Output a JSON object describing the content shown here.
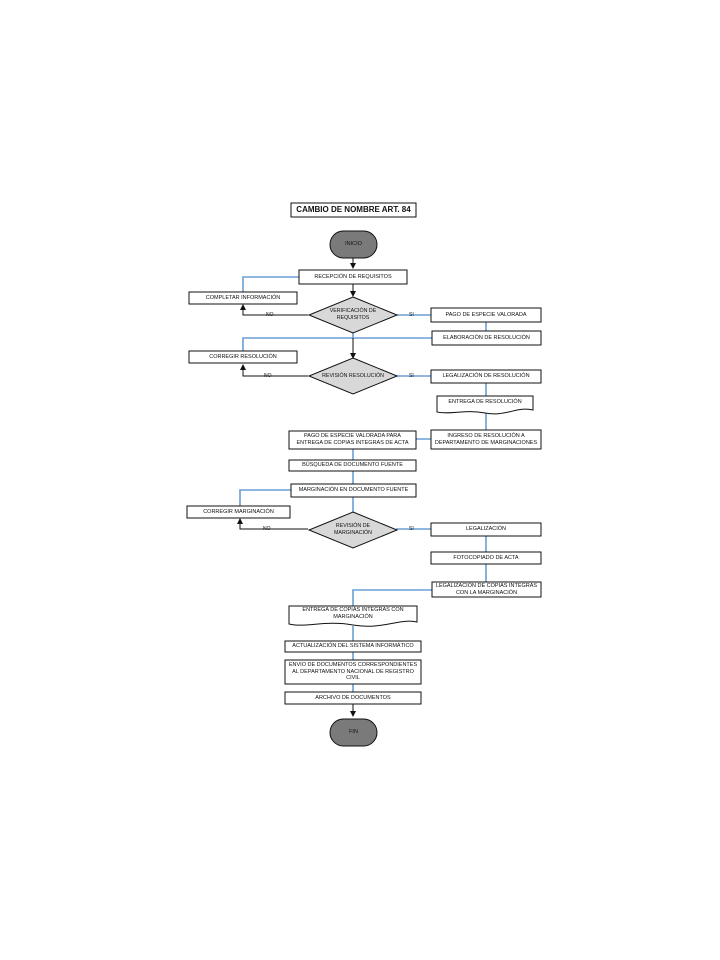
{
  "title": "CAMBIO DE NOMBRE ART. 84",
  "colors": {
    "connector_blue": "#6a9fd6",
    "arrow_black": "#111111",
    "terminal_fill": "#7a7a7a",
    "decision_fill": "#d8d8d8"
  },
  "nodes": {
    "inicio": "INICIO",
    "recepcion": "RECEPCIÓN DE REQUISITOS",
    "completar": "COMPLETAR INFORMACIÓN",
    "verificacion": "VERIFICACIÓN DE REQUISITOS",
    "pago_especie": "PAGO DE ESPECIE VALORADA",
    "elaboracion": "ELABORACIÓN DE RESOLUCIÓN",
    "corregir_resolucion": "CORREGIR RESOLUCIÓN",
    "revision_resolucion": "REVISIÓN RESOLUCIÓN",
    "legalizacion_resolucion": "LEGALIZACIÓN DE RESOLUCIÓN",
    "entrega_resolucion": "ENTREGA DE RESOLUCIÓN",
    "ingreso_resolucion": "INGRESO DE RESOLUCIÓN A DEPARTAMENTO DE MARGINACIONES",
    "pago_copias": "PAGO DE ESPECIE VALORADA PARA ENTREGA DE COPIAS INTEGRAS DE ACTA",
    "busqueda": "BÚSQUEDA DE DOCUMENTO FUENTE",
    "marginacion": "MARGINACIÓN EN DOCUMENTO FUENTE",
    "corregir_marginacion": "CORREGIR MARGINACIÓN",
    "revision_marginacion": "REVISIÓN DE MARGINACIÓN",
    "legalizacion": "LEGALIZACIÓN",
    "fotocopiado": "FOTOCOPIADO DE ACTA",
    "legalizacion_copias": "LEGALIZACIÓN DE COPIAS INTEGRAS CON LA MARGINACIÓN",
    "entrega_copias": "ENTREGA DE COPIAS INTEGRAS CON MARGINACIÓN",
    "actualizacion": "ACTUALIZACIÓN DEL SISTEMA INFORMÁTICO",
    "envio": "ENVIO DE DOCUMENTOS CORRESPONDIENTES AL DEPARTAMENTO NACIONAL DE REGISTRO CIVIL",
    "archivo": "ARCHIVO DE DOCUMENTOS",
    "fin": "FIN"
  },
  "edges": {
    "no": "NO",
    "si": "SI"
  }
}
